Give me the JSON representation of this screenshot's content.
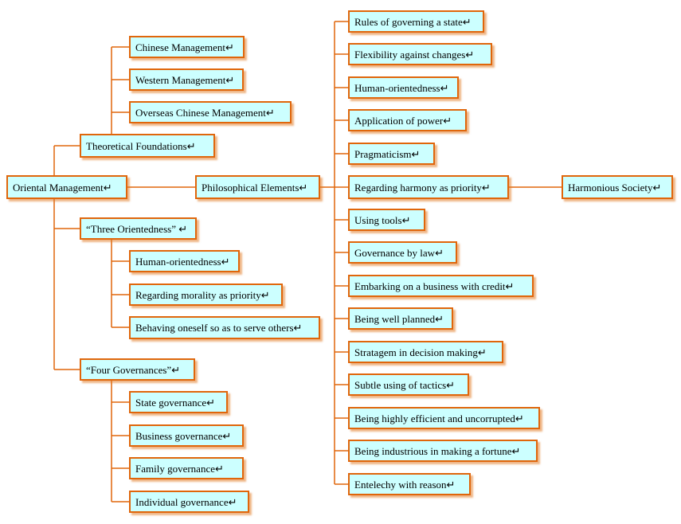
{
  "colors": {
    "box_fill": "#ccffff",
    "box_border": "#e0660b",
    "connector_line": "#e0660b",
    "shadow": "#e07a24",
    "text": "#000000",
    "background": "#ffffff"
  },
  "nodes": {
    "root": "Oriental Management↵",
    "theoretical_foundations": "Theoretical Foundations↵",
    "chinese_management": "Chinese Management↵",
    "western_management": "Western Management↵",
    "overseas_chinese_management": "Overseas Chinese Management↵",
    "philosophical_elements": "Philosophical Elements↵",
    "three_orientedness": "“Three Orientedness” ↵",
    "human_orientedness_left": "Human-orientedness↵",
    "regarding_morality": "Regarding morality as priority↵",
    "behaving_oneself": "Behaving oneself so as to serve others↵",
    "four_governances": "“Four Governances”↵",
    "state_governance": "State governance↵",
    "business_governance": "Business governance↵",
    "family_governance": "Family governance↵",
    "individual_governance": "Individual governance↵",
    "rules_of_governing": "Rules of governing a state↵",
    "flexibility": "Flexibility against changes↵",
    "human_orientedness_right": "Human-orientedness↵",
    "application_of_power": "Application of power↵",
    "pragmaticism": "Pragmaticism↵",
    "harmony_priority": "Regarding harmony as priority↵",
    "using_tools": "Using tools↵",
    "governance_by_law": "Governance by law↵",
    "embarking_credit": "Embarking on a  business with credit↵",
    "well_planned": "Being well planned↵",
    "stratagem": "Stratagem in decision making↵",
    "subtle_tactics": "Subtle using of tactics↵",
    "efficient_uncorrupted": "Being highly efficient and uncorrupted↵",
    "industrious_fortune": "Being industrious in making a fortune↵",
    "entelechy": "Entelechy with reason↵",
    "harmonious_society": "Harmonious Society↵"
  }
}
